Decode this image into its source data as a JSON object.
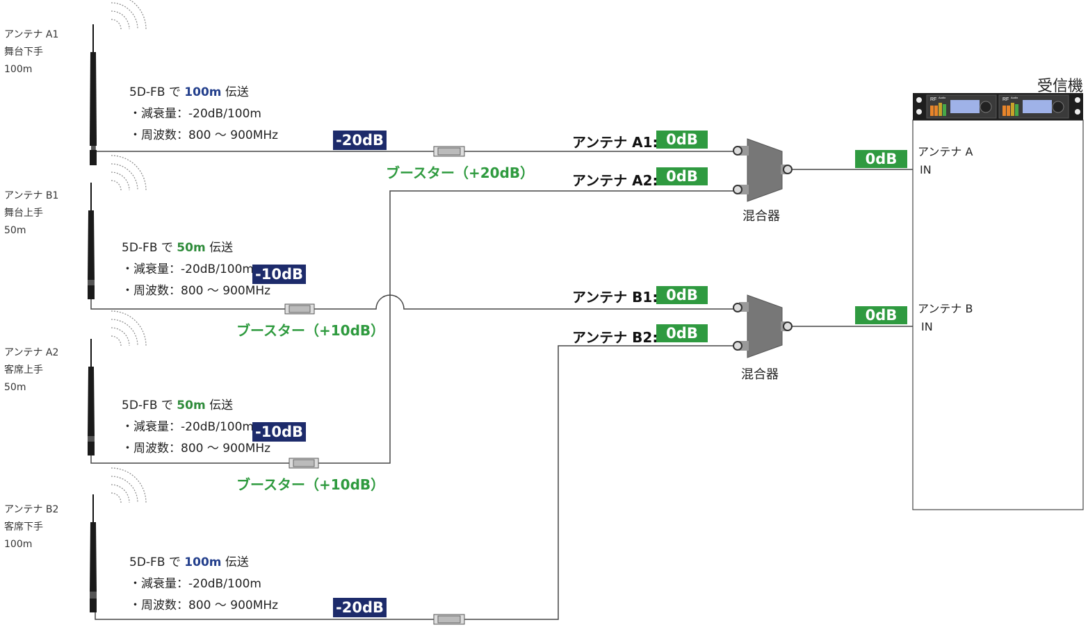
{
  "antennas": [
    {
      "name": "アンテナ A1",
      "place": "舞台下手",
      "distance": "100m",
      "cable_prefix": "5D-FB で",
      "cable_len": "100m",
      "cable_suffix": "伝送",
      "atten": "・減衰量：-20dB/100m",
      "freq": "・周波数：800 〜 900MHz",
      "loss": "-20dB",
      "booster": "ブースター（+20dB）"
    },
    {
      "name": "アンテナ B1",
      "place": "舞台上手",
      "distance": "50m",
      "cable_prefix": "5D-FB で",
      "cable_len": "50m",
      "cable_suffix": "伝送",
      "atten": "・減衰量：-20dB/100m",
      "freq": "・周波数：800 〜 900MHz",
      "loss": "-10dB",
      "booster": "ブースター（+10dB）"
    },
    {
      "name": "アンテナ A2",
      "place": "客席上手",
      "distance": "50m",
      "cable_prefix": "5D-FB で",
      "cable_len": "50m",
      "cable_suffix": "伝送",
      "atten": "・減衰量：-20dB/100m",
      "freq": "・周波数：800 〜 900MHz",
      "loss": "-10dB",
      "booster": "ブースター（+10dB）"
    },
    {
      "name": "アンテナ B2",
      "place": "客席下手",
      "distance": "100m",
      "cable_prefix": "5D-FB で",
      "cable_len": "100m",
      "cable_suffix": "伝送",
      "atten": "・減衰量：-20dB/100m",
      "freq": "・周波数：800 〜 900MHz",
      "loss": "-20dB"
    }
  ],
  "mixer_inputs": [
    {
      "label": "アンテナ A1:",
      "level": "0dB"
    },
    {
      "label": "アンテナ A2:",
      "level": "0dB"
    },
    {
      "label": "アンテナ B1:",
      "level": "0dB"
    },
    {
      "label": "アンテナ B2:",
      "level": "0dB"
    }
  ],
  "mixers": [
    {
      "label": "混合器"
    },
    {
      "label": "混合器"
    }
  ],
  "mixer_outputs": [
    {
      "level": "0dB"
    },
    {
      "level": "0dB"
    }
  ],
  "receiver": {
    "title": "受信機",
    "inputs": [
      {
        "name": "アンテナ A",
        "port": "IN"
      },
      {
        "name": "アンテナ B",
        "port": "IN"
      }
    ],
    "panel": {
      "rf": "RF",
      "audio": "Audio"
    }
  },
  "colors": {
    "loss_badge": "#1d2b6b",
    "gain_badge": "#2f9a40",
    "booster_text": "#2e9a3e",
    "len_blue": "#233f8c",
    "len_green": "#2e8b3a"
  }
}
